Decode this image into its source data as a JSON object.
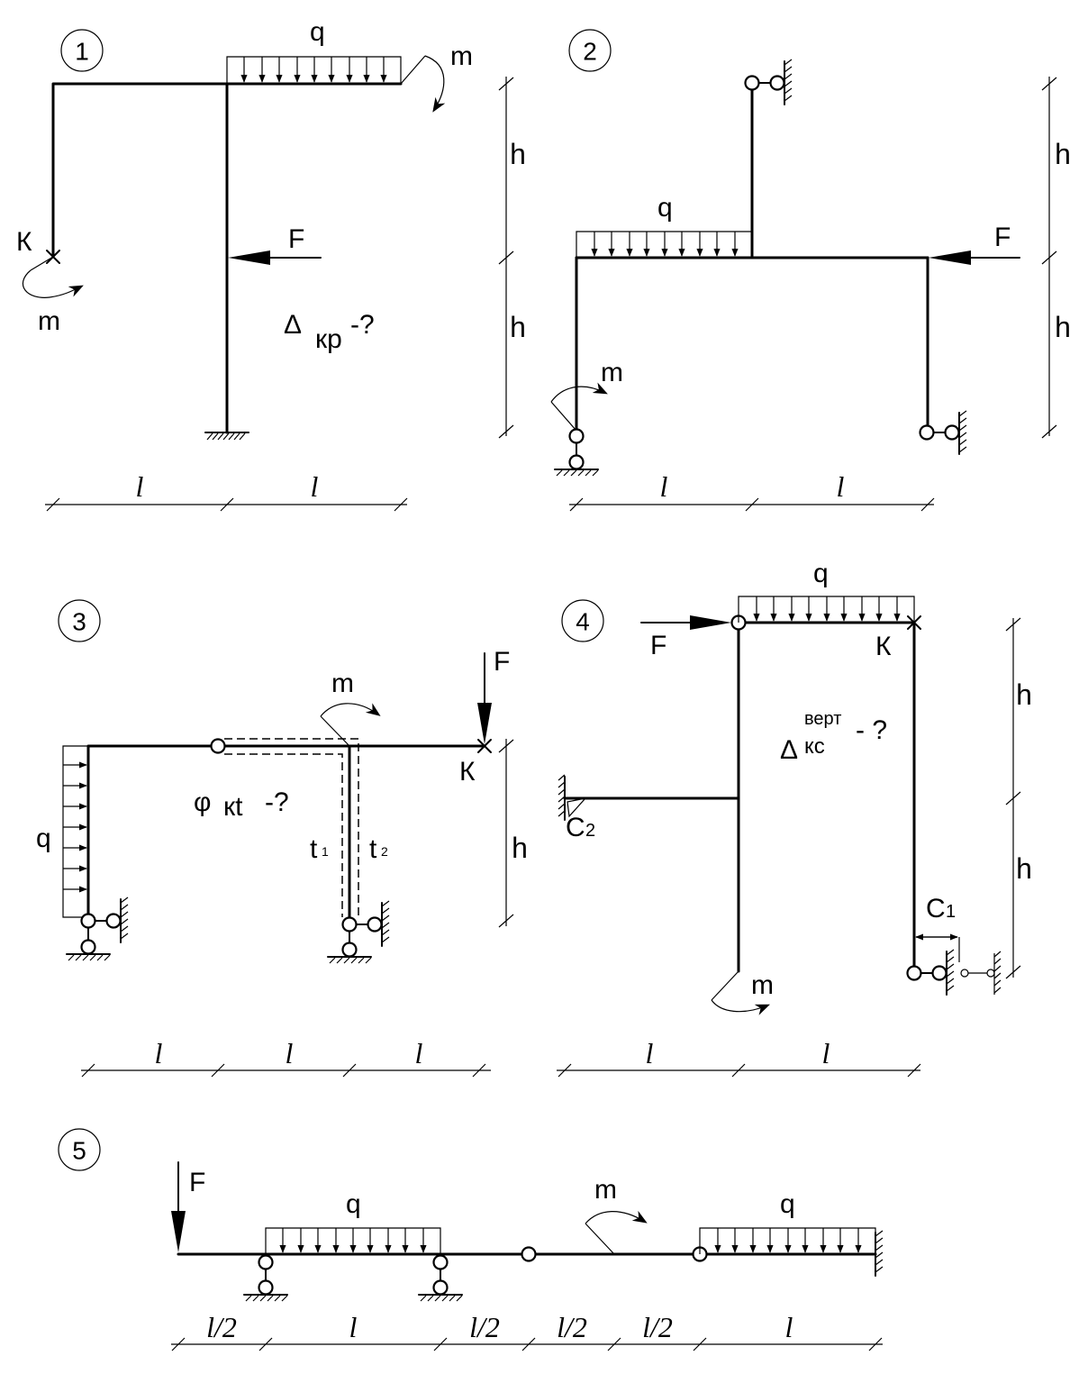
{
  "panels": [
    {
      "number": "1",
      "labels": {
        "q": "q",
        "m_top": "m",
        "m_k": "m",
        "K": "К",
        "F": "F",
        "delta": "Δ",
        "delta_sub": "кр",
        "delta_tail": "-?",
        "h1": "h",
        "h2": "h",
        "l1": "l",
        "l2": "l"
      }
    },
    {
      "number": "2",
      "labels": {
        "q": "q",
        "F": "F",
        "m": "m",
        "h1": "h",
        "h2": "h",
        "l1": "l",
        "l2": "l"
      }
    },
    {
      "number": "3",
      "labels": {
        "q": "q",
        "m": "m",
        "F": "F",
        "K": "К",
        "phi": "φ",
        "phi_sub": "кt",
        "phi_tail": "-?",
        "t1": "t",
        "t1_sub": "1",
        "t2": "t",
        "t2_sub": "2",
        "h": "h",
        "l1": "l",
        "l2": "l",
        "l3": "l"
      }
    },
    {
      "number": "4",
      "labels": {
        "q": "q",
        "F": "F",
        "K": "К",
        "delta": "Δ",
        "delta_sup": "верт",
        "delta_sub": "кс",
        "delta_tail": "- ?",
        "C2": "C",
        "C2_sub": "2",
        "C1": "C",
        "C1_sub": "1",
        "m": "m",
        "h1": "h",
        "h2": "h",
        "l1": "l",
        "l2": "l"
      }
    },
    {
      "number": "5",
      "labels": {
        "F": "F",
        "q1": "q",
        "m": "m",
        "q2": "q",
        "d1": "l/2",
        "d2": "l",
        "d3": "l/2",
        "d4": "l/2",
        "d5": "l/2",
        "d6": "l"
      }
    }
  ]
}
